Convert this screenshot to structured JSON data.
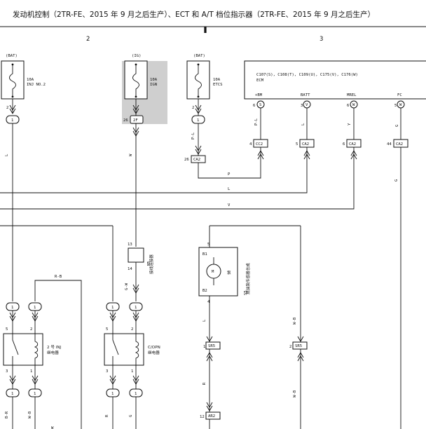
{
  "title": "发动机控制（2TR-FE、2015 年 9 月之后生产）、ECT 和 A/T 档位指示器（2TR-FE、2015 年 9 月之后生产）",
  "section_numbers": [
    "2",
    "3"
  ],
  "fuses": [
    {
      "source": "(BAT)",
      "amp": "10A",
      "name": "INJ NO.2",
      "pin": "2"
    },
    {
      "source": "(IG)",
      "amp": "10A",
      "name": "IGN",
      "pin": "26"
    },
    {
      "source": "(BAT)",
      "amp": "10A",
      "name": "ETCS",
      "pin": "2"
    }
  ],
  "ecm": {
    "codes": "C107(S), C108(T), C109(U), C175(V), C176(W)",
    "name": "ECM",
    "pins": [
      {
        "label": "+BM",
        "num": "6",
        "letter": "S"
      },
      {
        "label": "BATT",
        "num": "3",
        "letter": "V"
      },
      {
        "label": "MREL",
        "num": "6",
        "letter": "W"
      },
      {
        "label": "FC",
        "num": "5",
        "letter": "W"
      }
    ]
  },
  "connectors": {
    "fuse_bottom_1": "1",
    "fuse_bottom_2": "2F",
    "fuse_bottom_3": "1",
    "ca2_a": {
      "num": "4",
      "name": "CC2"
    },
    "ca2_b": {
      "num": "5",
      "name": "CA2"
    },
    "ca2_c": {
      "num": "6",
      "name": "CA2"
    },
    "ca2_d": {
      "num": "44",
      "name": "CA2"
    },
    "ca2_e": {
      "num": "26",
      "name": "CA2"
    },
    "sr5_a": {
      "num": "1",
      "name": "SR5"
    },
    "sr5_b": {
      "num": "2",
      "name": "SR5"
    },
    "ar2": {
      "num": "12",
      "name": "AR2"
    },
    "one": "1"
  },
  "wires": {
    "pl1": "P-L",
    "pl2": "P-L",
    "l1": "L",
    "y1": "Y",
    "g1": "G",
    "p": "P",
    "l_h": "L",
    "v_h": "V",
    "l_left": "L",
    "w1": "W",
    "g2": "G",
    "rb": "R-B",
    "gw": "G-W",
    "wb": "W-B",
    "br": "B-R",
    "wb2": "W-B",
    "r1": "R",
    "g3": "G",
    "l2": "L",
    "r2": "R",
    "wb3": "W-B",
    "w2": "W"
  },
  "components": {
    "m5": {
      "code": "M5",
      "desc": "接线连接器",
      "pin_top": "13",
      "pin_bottom": "14"
    },
    "relay1": {
      "name": "2 号 INJ",
      "desc": "继电器",
      "pins": [
        "5",
        "2",
        "3",
        "1"
      ]
    },
    "relay2": {
      "name": "C/OPN",
      "desc": "继电器",
      "pins": [
        "5",
        "2",
        "3",
        "1"
      ]
    },
    "pump": {
      "code": "S5",
      "desc": "燃油泵传感器总成",
      "motor": "M",
      "pump_label": "泵",
      "b1": "B1",
      "b2": "B2",
      "pin_top": "5",
      "pin_bottom": "4"
    }
  }
}
